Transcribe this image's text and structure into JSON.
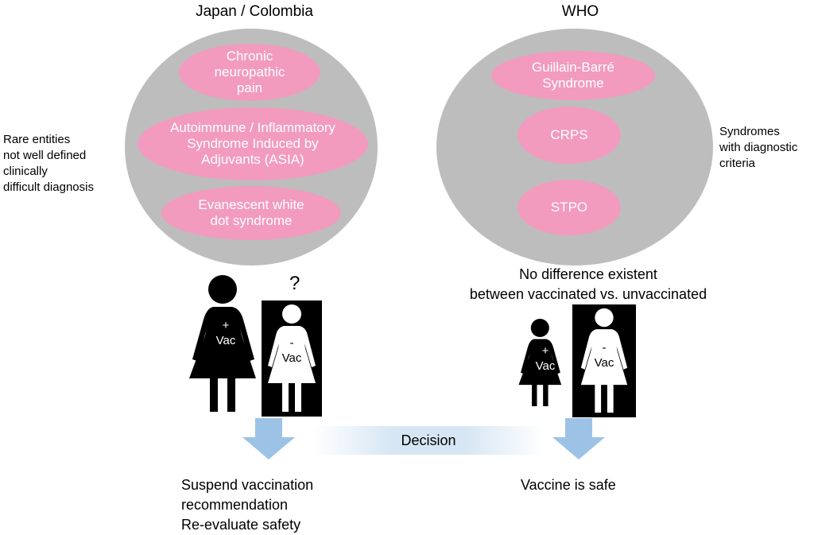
{
  "left": {
    "heading": "Japan / Colombia",
    "side_note": [
      "Rare entities",
      "not well defined",
      "clinically",
      "difficult diagnosis"
    ],
    "syndromes": [
      "Chronic neuropathic pain",
      "Autoimmune / Inflammatory Syndrome Induced by Adjuvants (ASIA)",
      "Evanescent white dot syndrome"
    ],
    "question_mark": "?",
    "vaccinated_sign": "+",
    "unvaccinated_sign": "-",
    "vac_label": "Vac",
    "outcome": [
      "Suspend vaccination",
      "recommendation",
      "Re-evaluate safety"
    ]
  },
  "right": {
    "heading": "WHO",
    "side_note": [
      "Syndromes",
      "with diagnostic",
      "criteria"
    ],
    "syndromes": [
      "Guillain-Barré Syndrome",
      "CRPS",
      "STPO"
    ],
    "comparison": [
      "No difference existent",
      "between vaccinated vs. unvaccinated"
    ],
    "vaccinated_sign": "+",
    "unvaccinated_sign": "-",
    "vac_label": "Vac",
    "outcome": "Vaccine is safe"
  },
  "decision_label": "Decision",
  "colors": {
    "circle": "#bdbdbd",
    "pill": "#f29bbf",
    "arrow": "#9cc3e5",
    "figure_dark": "#000000"
  }
}
